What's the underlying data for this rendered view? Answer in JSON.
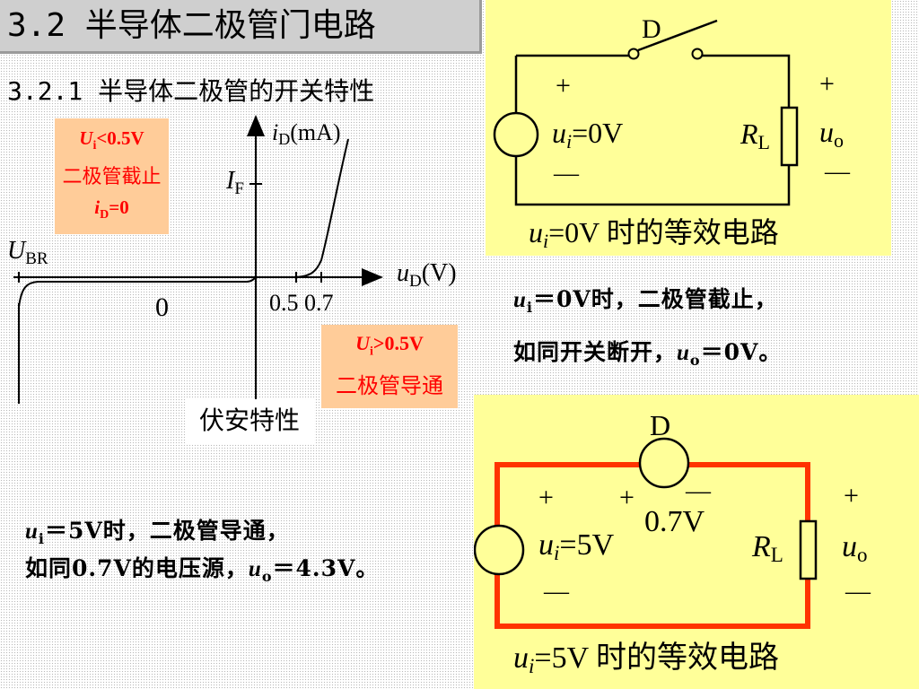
{
  "title": "3.2 半导体二极管门电路",
  "subtitle": "3.2.1 半导体二极管的开关特性",
  "graph": {
    "y_axis_label_var": "i",
    "y_axis_label_sub": "D",
    "y_axis_label_unit": "(mA)",
    "x_axis_label_var": "u",
    "x_axis_label_sub": "D",
    "x_axis_label_unit": "(V)",
    "if_var": "I",
    "if_sub": "F",
    "ubr_var": "U",
    "ubr_sub": "BR",
    "origin": "0",
    "tick_labels": "0.5 0.7",
    "caption": "伏安特性"
  },
  "cutoff_box": {
    "cond_var": "U",
    "cond_sub": "i",
    "cond_rest": "<0.5V",
    "state": "二极管截止",
    "current_var": "i",
    "current_sub": "D",
    "current_rest": "=0"
  },
  "conduct_box": {
    "cond_var": "U",
    "cond_sub": "i",
    "cond_rest": ">0.5V",
    "state": "二极管导通"
  },
  "circuit_top": {
    "diode_label": "D",
    "plus_left": "+",
    "plus_right": "+",
    "minus_left": "—",
    "minus_right": "—",
    "source_var": "u",
    "source_sub": "i",
    "source_rest": "=0V",
    "load_var": "R",
    "load_sub": "L",
    "out_var": "u",
    "out_sub": "o",
    "caption_var": "u",
    "caption_sub": "i",
    "caption_rest": "=0V 时的等效电路"
  },
  "note_top": {
    "line1_var": "u",
    "line1_sub": "i",
    "line1_rest": "＝0V时，二极管截止，",
    "line2_pre": "如同开关断开，",
    "line2_var": "u",
    "line2_sub": "o",
    "line2_rest": "＝0V。"
  },
  "circuit_bottom": {
    "diode_label": "D",
    "plus_left": "+",
    "plus_mid": "+",
    "minus_mid": "—",
    "plus_right": "+",
    "minus_left": "—",
    "minus_right": "—",
    "drop_value": "0.7V",
    "source_var": "u",
    "source_sub": "i",
    "source_rest": "=5V",
    "load_var": "R",
    "load_sub": "L",
    "out_var": "u",
    "out_sub": "o",
    "caption_var": "u",
    "caption_sub": "i",
    "caption_rest": "=5V 时的等效电路"
  },
  "note_bottom": {
    "line1_var": "u",
    "line1_sub": "i",
    "line1_rest": "＝5V时，二极管导通，",
    "line2_pre": "如同0.7V的电压源，",
    "line2_var": "u",
    "line2_sub": "o",
    "line2_rest": "＝4.3V。"
  },
  "colors": {
    "panel": "#ffff99",
    "orange_box": "#ffcc99",
    "red_text": "#ff0000",
    "highlight_loop": "#ff3300",
    "title_bg": "#cfcfcf"
  }
}
